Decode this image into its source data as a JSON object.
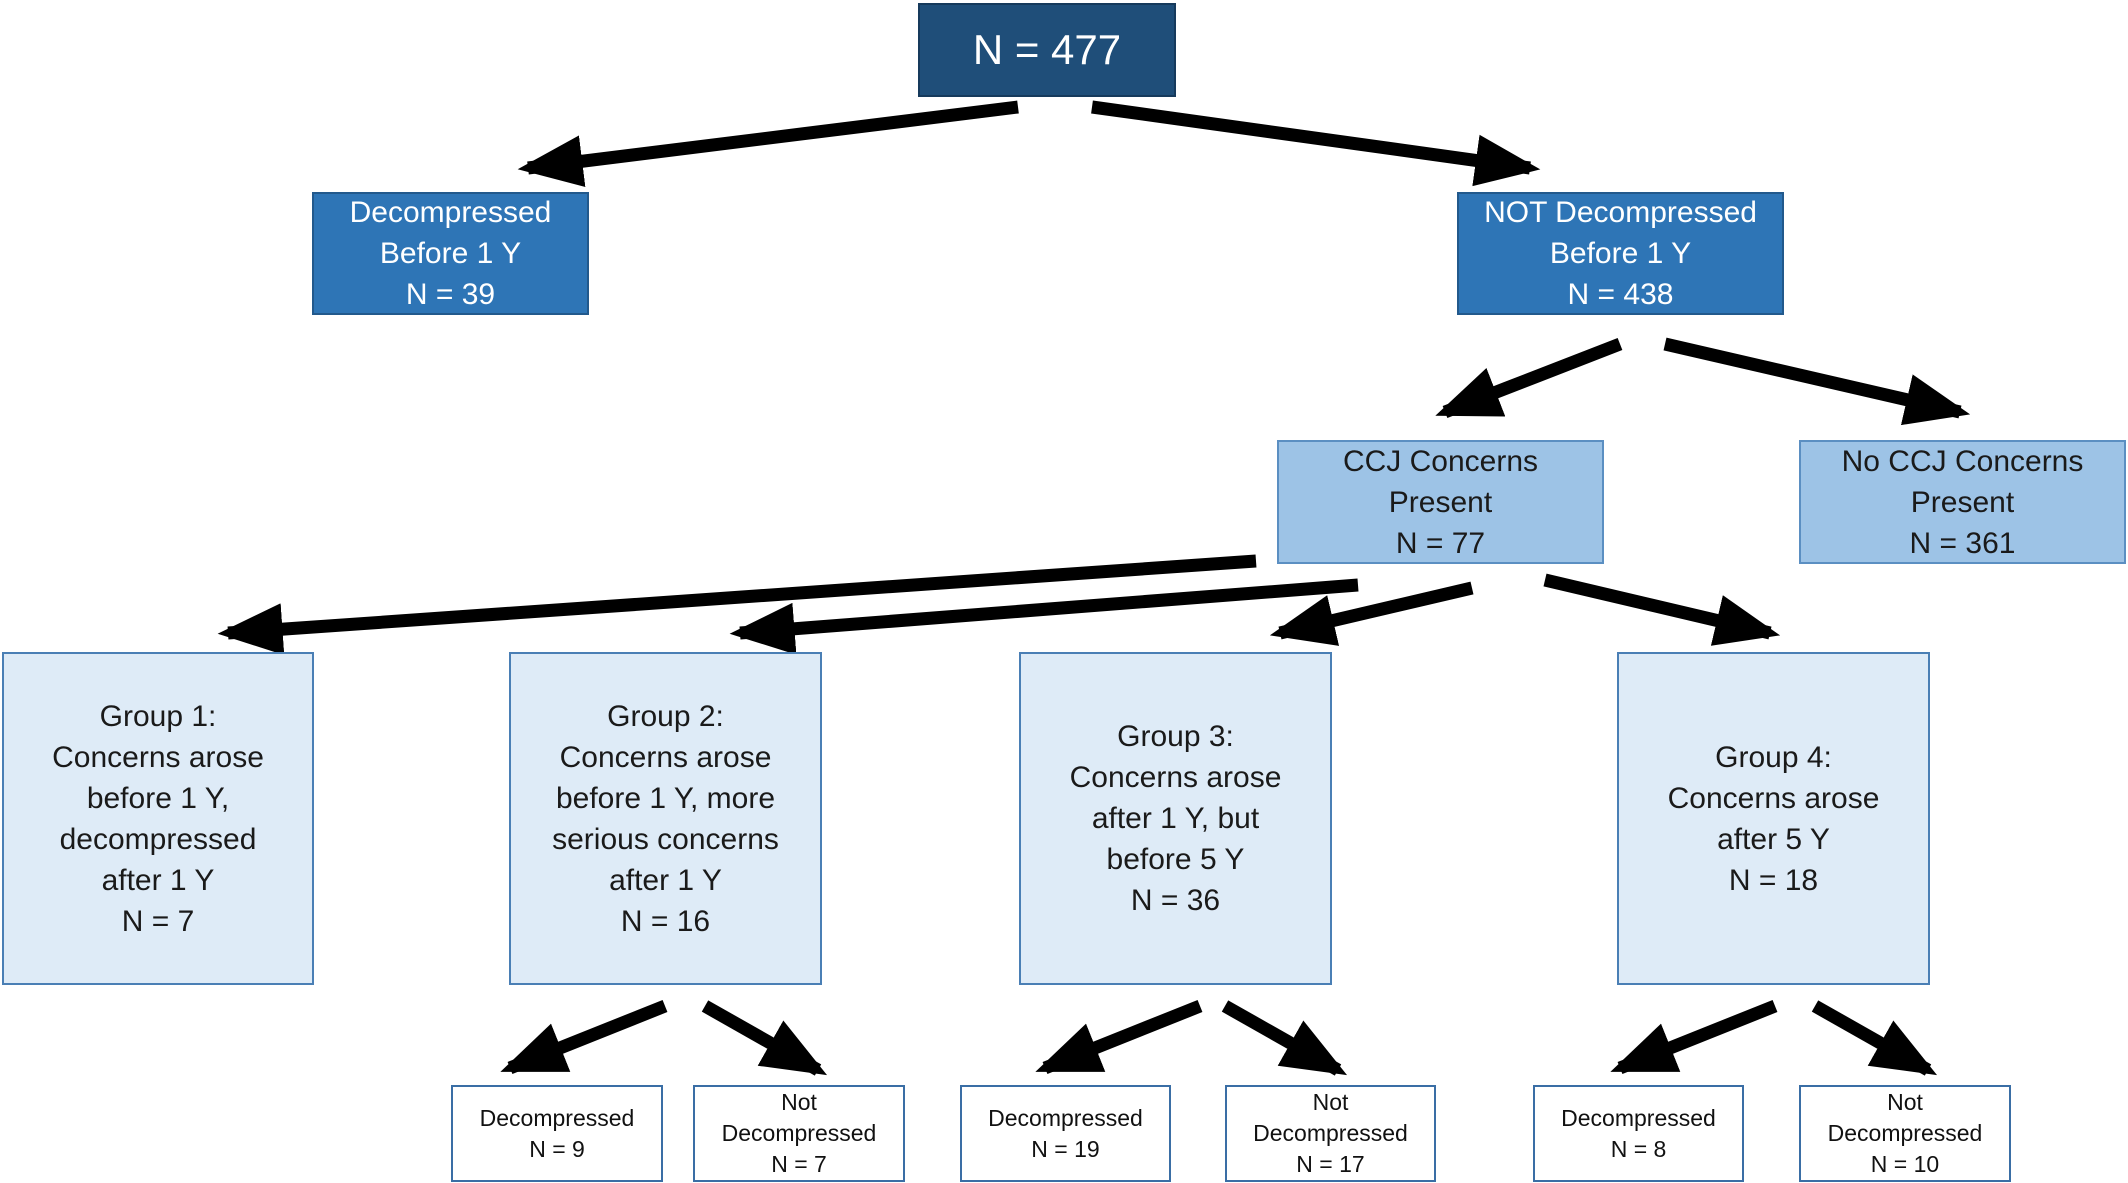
{
  "root": {
    "lines": [
      "N = 477"
    ]
  },
  "level1": {
    "decompressed": {
      "lines": [
        "Decompressed",
        "Before 1 Y",
        "N = 39"
      ]
    },
    "not_decompressed": {
      "lines": [
        "NOT Decompressed",
        "Before 1 Y",
        "N = 438"
      ]
    }
  },
  "level2": {
    "ccj_present": {
      "lines": [
        "CCJ Concerns",
        "Present",
        "N = 77"
      ]
    },
    "no_ccj": {
      "lines": [
        "No CCJ Concerns",
        "Present",
        "N = 361"
      ]
    }
  },
  "groups": [
    {
      "lines": [
        "Group 1:",
        "Concerns arose",
        "before 1 Y,",
        "decompressed",
        "after 1 Y",
        "N = 7"
      ]
    },
    {
      "lines": [
        "Group 2:",
        "Concerns arose",
        "before 1 Y, more",
        "serious concerns",
        "after 1 Y",
        "N = 16"
      ]
    },
    {
      "lines": [
        "Group 3:",
        "Concerns arose",
        "after 1 Y, but",
        "before 5 Y",
        "N = 36"
      ]
    },
    {
      "lines": [
        "Group 4:",
        "Concerns arose",
        "after 5 Y",
        "N = 18"
      ]
    }
  ],
  "outcomes": [
    {
      "lines": [
        "Decompressed",
        "N = 9"
      ]
    },
    {
      "lines": [
        "Not",
        "Decompressed",
        "N = 7"
      ]
    },
    {
      "lines": [
        "Decompressed",
        "N = 19"
      ]
    },
    {
      "lines": [
        "Not",
        "Decompressed",
        "N = 17"
      ]
    },
    {
      "lines": [
        "Decompressed",
        "N = 8"
      ]
    },
    {
      "lines": [
        "Not",
        "Decompressed",
        "N = 10"
      ]
    }
  ],
  "colors": {
    "level0_fill": "#1f4e79",
    "level1_fill": "#2e75b6",
    "level2_fill": "#9dc3e6",
    "level3_fill": "#deebf7",
    "level4_fill": "#ffffff",
    "arrow": "#000000"
  }
}
